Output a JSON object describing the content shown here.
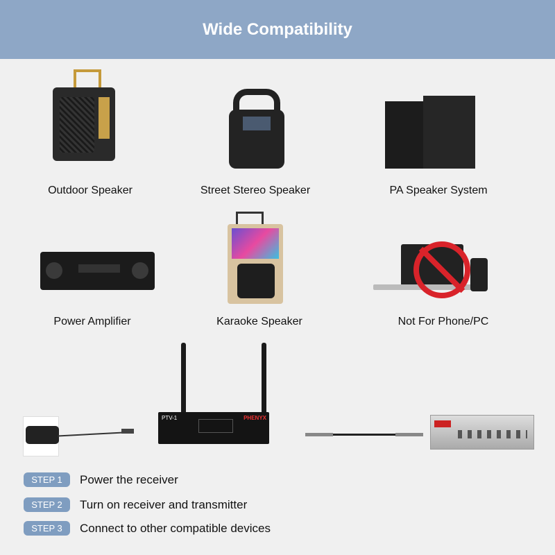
{
  "header": {
    "title": "Wide Compatibility"
  },
  "devices": [
    {
      "label": "Outdoor Speaker"
    },
    {
      "label": "Street Stereo Speaker"
    },
    {
      "label": "PA Speaker System"
    },
    {
      "label": "Power Amplifier"
    },
    {
      "label": "Karaoke Speaker"
    },
    {
      "label": "Not For Phone/PC"
    }
  ],
  "receiver": {
    "model": "PTV-1",
    "brand": "PHENYX"
  },
  "steps": [
    {
      "badge": "STEP 1",
      "text": "Power the receiver"
    },
    {
      "badge": "STEP 2",
      "text": "Turn on receiver and transmitter"
    },
    {
      "badge": "STEP 3",
      "text": "Connect to other compatible devices"
    }
  ],
  "colors": {
    "header": "#8ea7c6",
    "badge": "#7f9dc0",
    "background": "#f0f0f0",
    "prohibited": "#d9232a"
  }
}
